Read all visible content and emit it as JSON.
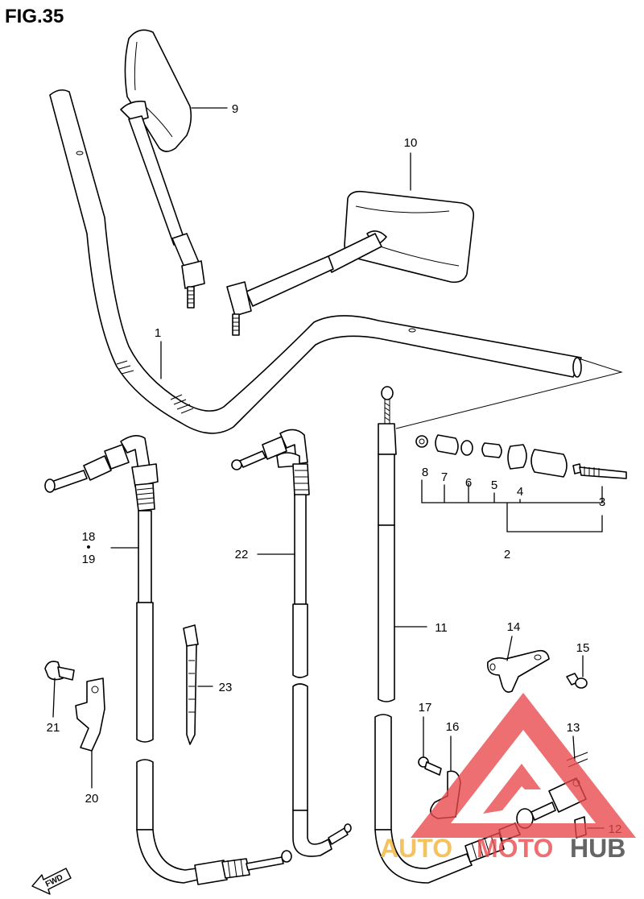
{
  "figure_title": "FIG.35",
  "callouts": [
    "1",
    "2",
    "3",
    "4",
    "5",
    "6",
    "7",
    "8",
    "9",
    "10",
    "11",
    "12",
    "13",
    "14",
    "15",
    "16",
    "17",
    "18",
    "•",
    "19",
    "20",
    "21",
    "22",
    "23"
  ],
  "fwd_label": "FWD",
  "watermark": {
    "word_auto": "AUTO",
    "word_moto": "MOTO",
    "word_hub": "HUB",
    "color_triangle": "#e8474b",
    "color_auto": "#f2b233",
    "color_moto": "#e8474b",
    "color_hub": "#3a3a3a"
  }
}
